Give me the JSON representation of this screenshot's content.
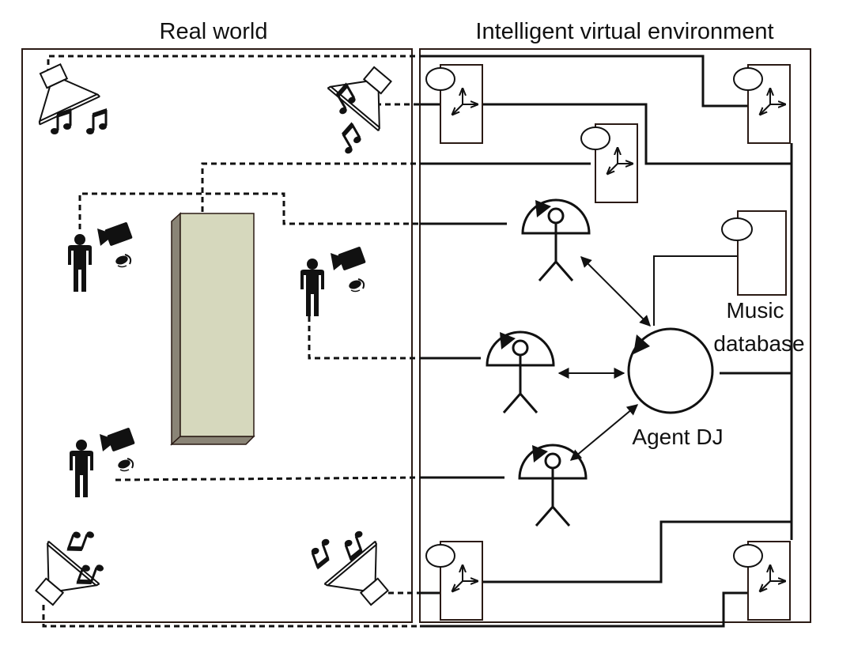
{
  "titles": {
    "real_world": "Real world",
    "virtual_environment": "Intelligent virtual environment"
  },
  "labels": {
    "agent_dj": "Agent DJ",
    "music_database_line1": "Music",
    "music_database_line2": "database"
  },
  "colors": {
    "line": "#111111",
    "frame": "#2a1a14",
    "pillar_front": "#d6d8bd",
    "pillar_side": "#8a8476"
  },
  "real_world": {
    "speakers": 4,
    "people": 3,
    "cameras": 3,
    "microphones": 3,
    "obstacle": "pillar"
  },
  "virtual_environment": {
    "sensor_agents": 5,
    "user_agents": 3,
    "central_agent": "Agent DJ",
    "database": "Music database"
  }
}
